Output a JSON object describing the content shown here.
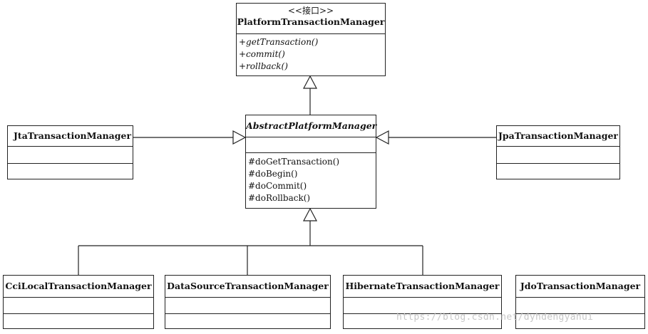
{
  "interface": {
    "stereotype": "<<接口>>",
    "name": "PlatformTransactionManager",
    "methods": [
      "+getTransaction()",
      "+commit()",
      "+rollback()"
    ]
  },
  "abstract": {
    "name": "AbstractPlatformManager",
    "methods": [
      "#doGetTransaction()",
      "#doBegin()",
      "#doCommit()",
      "#doRollback()"
    ]
  },
  "left": {
    "name": "JtaTransactionManager"
  },
  "right": {
    "name": "JpaTransactionManager"
  },
  "bottom": [
    {
      "name": "CciLocalTransactionManager"
    },
    {
      "name": "DataSourceTransactionManager"
    },
    {
      "name": "HibernateTransactionManager"
    },
    {
      "name": "JdoTransactionManager"
    }
  ],
  "watermark": "https://blog.csdn.net/dyhdengyahui",
  "colors": {
    "line": "#222222",
    "watermark": "#c7c7c7"
  }
}
